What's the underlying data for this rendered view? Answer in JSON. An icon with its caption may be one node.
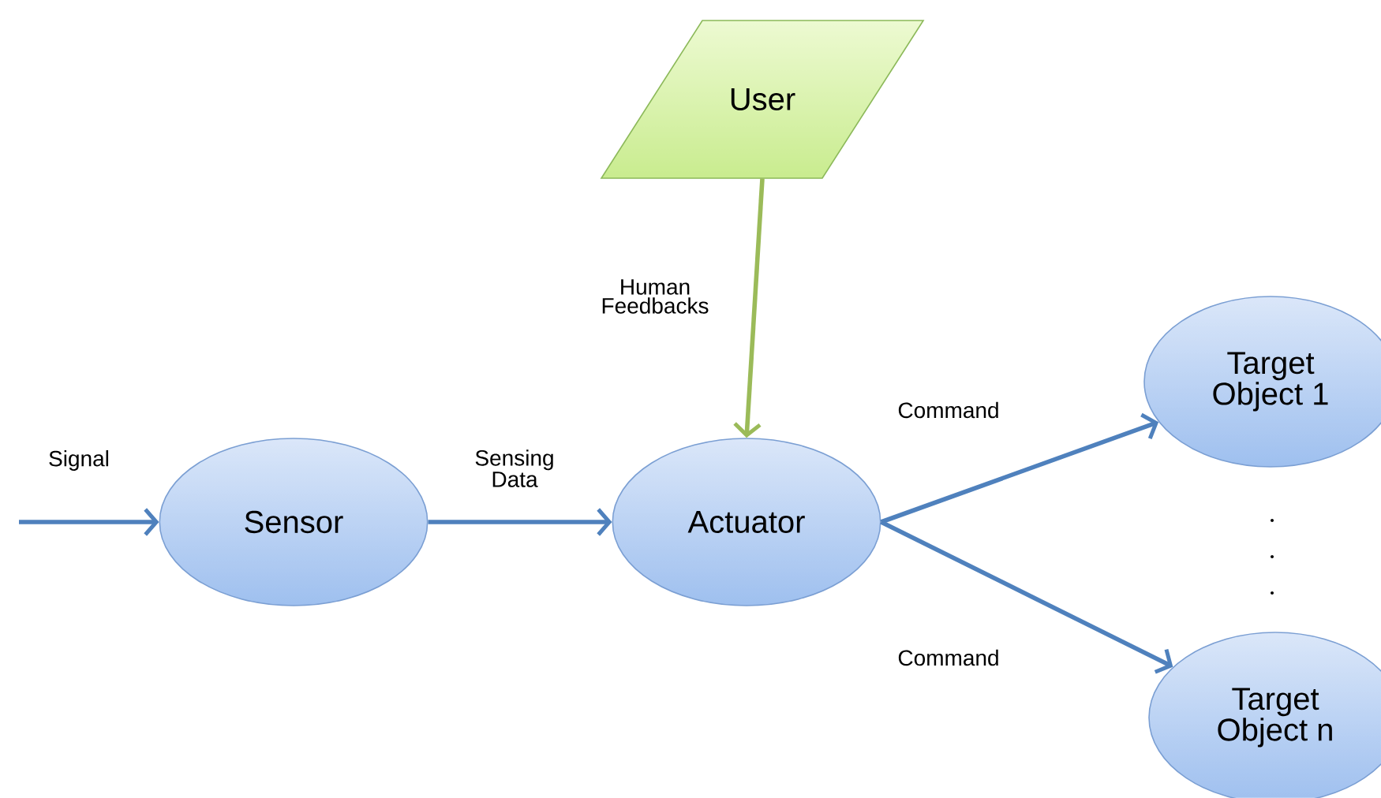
{
  "diagram": {
    "nodes": [
      {
        "text": [
          "User"
        ]
      },
      {
        "text": [
          "Sensor"
        ]
      },
      {
        "text": [
          "Actuator"
        ]
      },
      {
        "text": [
          "Target Object 1"
        ]
      },
      {
        "text": [
          "Target Object n"
        ]
      }
    ],
    "edges": [
      {
        "from": null,
        "to": 1,
        "arrow": "to",
        "label": "Signal"
      },
      {
        "from": 1,
        "to": 2,
        "arrow": "to",
        "label": "Sensing Data"
      },
      {
        "from": 0,
        "to": 2,
        "arrow": "to",
        "label": "Human Feedbacks",
        "color": "#9bbb59"
      },
      {
        "from": 2,
        "to": 3,
        "arrow": "to",
        "label": "Command"
      },
      {
        "from": 2,
        "to": 4,
        "arrow": "to",
        "label": "Command"
      }
    ]
  }
}
